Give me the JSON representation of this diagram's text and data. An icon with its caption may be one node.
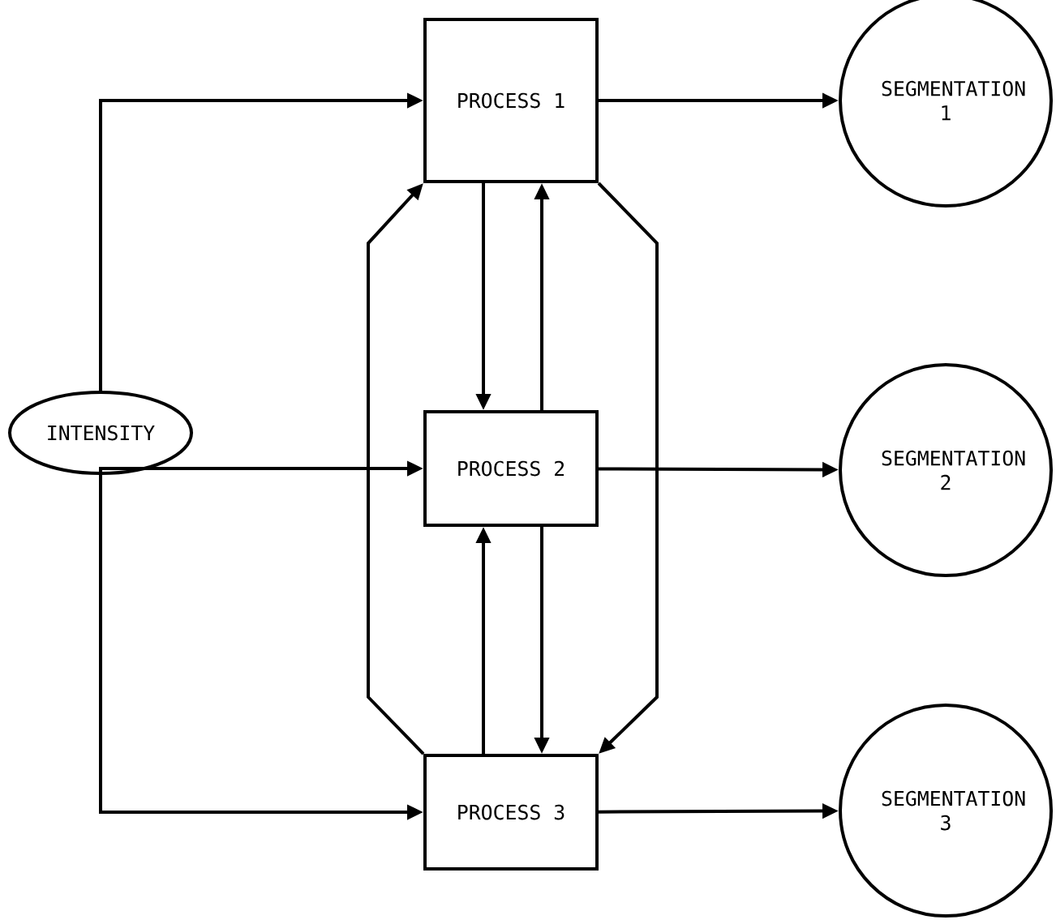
{
  "diagram": {
    "nodes": [
      {
        "text": [
          "INTENSITY"
        ]
      },
      {
        "text": [
          "PROCESS 1"
        ]
      },
      {
        "text": [
          "PROCESS 2"
        ]
      },
      {
        "text": [
          "PROCESS 3"
        ]
      },
      {
        "text": [
          "SEGMENTATION 1"
        ]
      },
      {
        "text": [
          "SEGMENTATION 2"
        ]
      },
      {
        "text": [
          "SEGMENTATION 3"
        ]
      }
    ],
    "edges": [
      {
        "from": 0,
        "to": 1,
        "arrow": "to"
      },
      {
        "from": 0,
        "to": 2,
        "arrow": "to"
      },
      {
        "from": 0,
        "to": 3,
        "arrow": "to"
      },
      {
        "from": 1,
        "to": 4,
        "arrow": "to"
      },
      {
        "from": 2,
        "to": 5,
        "arrow": "to"
      },
      {
        "from": 3,
        "to": 6,
        "arrow": "to"
      },
      {
        "from": 1,
        "to": 2,
        "arrow": "to"
      },
      {
        "from": 2,
        "to": 1,
        "arrow": "to"
      },
      {
        "from": 3,
        "to": 2,
        "arrow": "to"
      },
      {
        "from": 2,
        "to": 3,
        "arrow": "to"
      },
      {
        "from": 3,
        "to": 1,
        "arrow": "to"
      },
      {
        "from": 1,
        "to": 3,
        "arrow": "to"
      }
    ]
  }
}
